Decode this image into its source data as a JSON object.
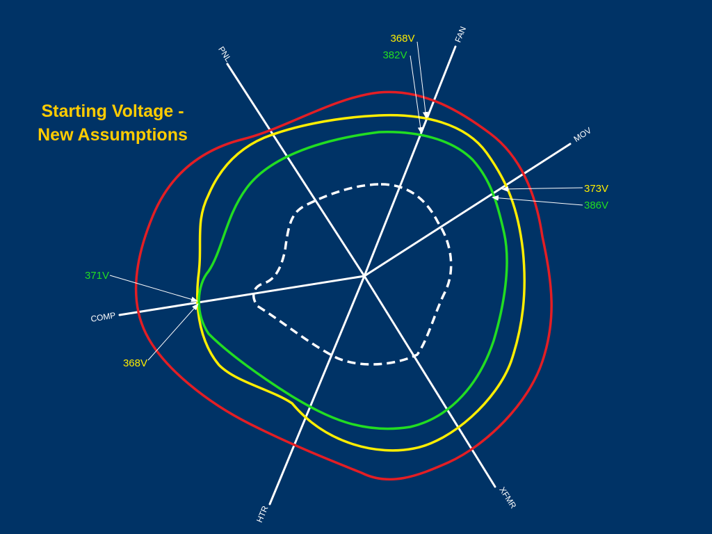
{
  "title": {
    "line1": "Starting Voltage -",
    "line2": "New Assumptions"
  },
  "colors": {
    "background": "#003366",
    "title": "#FFCC00",
    "axes": "#FFFFFF",
    "outer_curve": "#E31E24",
    "yellow_curve": "#FFEE00",
    "green_curve": "#22DD22",
    "inner_curve": "#FFFFFF"
  },
  "axes": {
    "fan": "FAN",
    "pnl": "PNL",
    "mov": "MOV",
    "comp": "COMP",
    "htr": "HTR",
    "xfmr": "XFMR"
  },
  "callouts": {
    "fan_yellow": "368V",
    "fan_green": "382V",
    "mov_yellow": "373V",
    "mov_green": "386V",
    "comp_green": "371V",
    "comp_yellow": "368V"
  }
}
